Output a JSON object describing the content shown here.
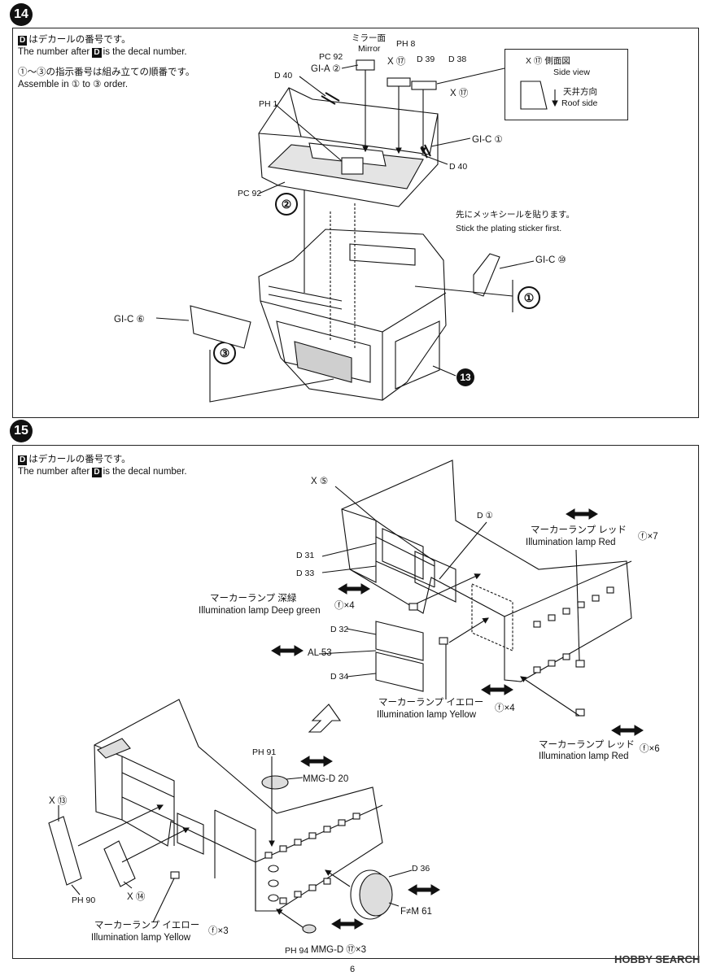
{
  "step14": {
    "number": "14",
    "note_jp": "はデカールの番号です。",
    "note_en_pre": "The number after",
    "note_en_post": "is the decal number.",
    "order_jp": "①～③の指示番号は組み立ての順番です。",
    "order_en": "Assemble in ① to ③ order.",
    "mirror_jp": "ミラー面",
    "mirror_en": "Mirror",
    "mirror_part": "PH 8",
    "part_pc92_top": "PC 92",
    "part_gia2": "GI-A ②",
    "part_d40_top": "D 40",
    "part_ph1": "PH 1",
    "part_x17_a": "X ⑰",
    "part_d39": "D 39",
    "part_d38": "D 38",
    "part_x17_b": "X ⑰",
    "side_view_jp": "X ⑰ 側面図",
    "side_view_en": "Side view",
    "roof_jp": "天井方向",
    "roof_en": "Roof side",
    "part_gic1": "GI-C ①",
    "part_d40_right": "D 40",
    "part_pc92_bottom": "PC 92",
    "order_2": "②",
    "sticker_jp": "先にメッキシールを貼ります。",
    "sticker_en": "Stick the plating sticker first.",
    "part_gic10": "GI-C ⑩",
    "order_1": "①",
    "part_gic6": "GI-C ⑥",
    "order_3": "③",
    "ref_13": "13"
  },
  "step15": {
    "number": "15",
    "note_jp": "はデカールの番号です。",
    "note_en_pre": "The number after",
    "note_en_post": "is the decal number.",
    "part_x5": "X ⑤",
    "part_d1": "D ①",
    "part_d31": "D 31",
    "part_d33": "D 33",
    "lamp_red_jp": "マーカーランプ レッド",
    "lamp_red_en": "Illumination lamp Red",
    "lamp_red_qty": "ⓕ×7",
    "lamp_green_jp": "マーカーランプ 深緑",
    "lamp_green_en": "Illumination lamp Deep green",
    "lamp_green_qty": "ⓕ×4",
    "part_d32": "D 32",
    "part_al53": "AL 53",
    "part_d34": "D 34",
    "lamp_yellow_jp": "マーカーランプ イエロー",
    "lamp_yellow_en": "Illumination lamp Yellow",
    "lamp_yellow_qty": "ⓕ×4",
    "lamp_red2_jp": "マーカーランプ レッド",
    "lamp_red2_en": "Illumination lamp Red",
    "lamp_red2_qty": "ⓕ×6",
    "part_ph91": "PH 91",
    "part_mmgd20": "MMG-D 20",
    "part_x13": "X ⑬",
    "part_x14": "X ⑭",
    "part_ph90": "PH 90",
    "part_d36": "D 36",
    "part_fm61": "F≠M 61",
    "lamp_yellow2_jp": "マーカーランプ イエロー",
    "lamp_yellow2_en": "Illumination lamp Yellow",
    "lamp_yellow2_qty": "ⓕ×3",
    "part_ph94": "PH 94",
    "part_mmgd17": "MMG-D ⑰×3"
  },
  "footer": {
    "page": "6",
    "watermark": "HOBBY SEARCH"
  }
}
